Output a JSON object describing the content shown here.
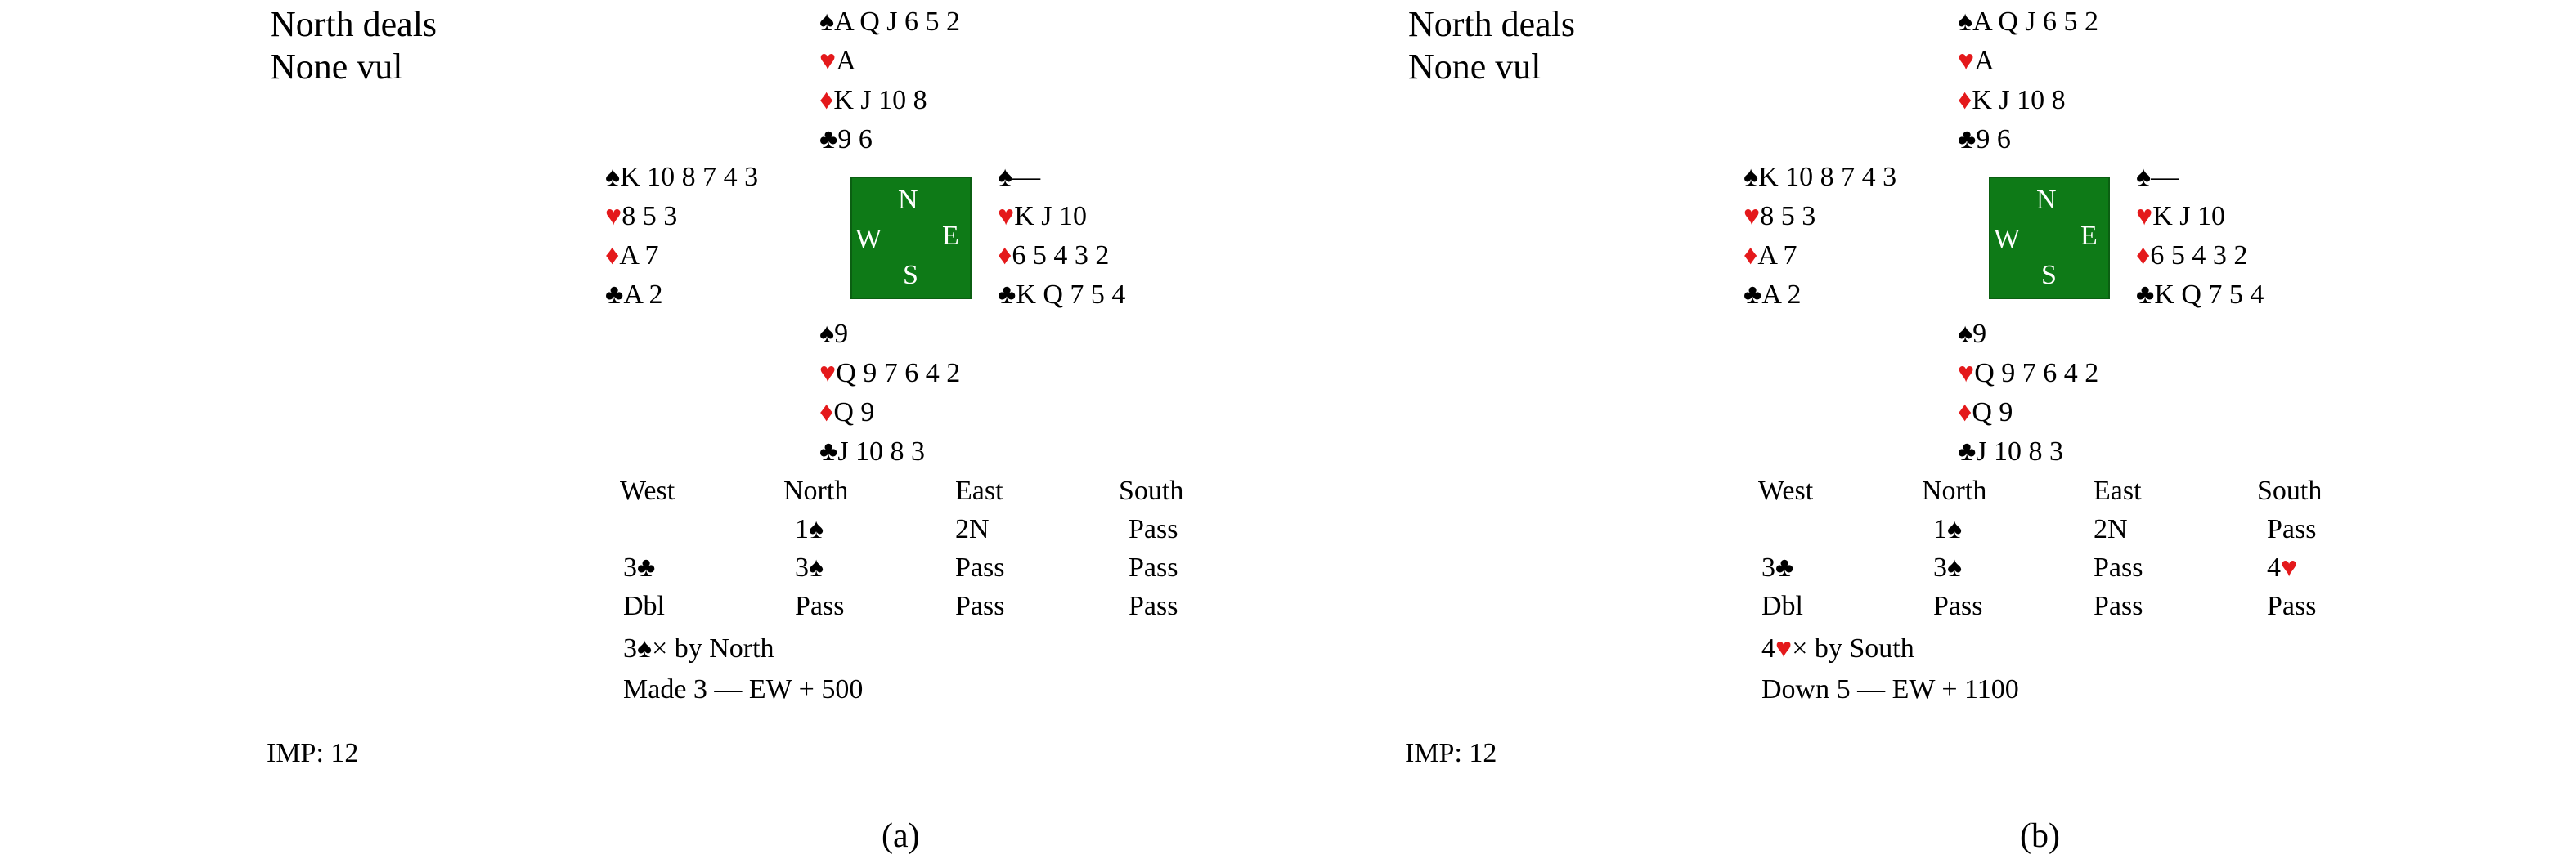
{
  "panels": [
    {
      "dealer": "North deals",
      "vul": "None vul",
      "north": {
        "S": "A Q J 6 5 2",
        "H": "A",
        "D": "K J 10 8",
        "C": "9 6"
      },
      "west": {
        "S": "K 10 8 7 4 3",
        "H": "8 5 3",
        "D": "A 7",
        "C": "A 2"
      },
      "east": {
        "S": "—",
        "H": "K J 10",
        "D": "6 5 4 3 2",
        "C": "K Q 7 5 4"
      },
      "south": {
        "S": "9",
        "H": "Q 9 7 6 4 2",
        "D": "Q 9",
        "C": "J 10 8 3"
      },
      "compass": {
        "n": "N",
        "e": "E",
        "s": "S",
        "w": "W"
      },
      "auction_headers": [
        "West",
        "North",
        "East",
        "South"
      ],
      "auction": [
        [
          "",
          {
            "level": "1",
            "suit": "S"
          },
          "2N",
          "Pass"
        ],
        [
          {
            "level": "3",
            "suit": "C"
          },
          {
            "level": "3",
            "suit": "S"
          },
          "Pass",
          "Pass"
        ],
        [
          "Dbl",
          "Pass",
          "Pass",
          "Pass"
        ]
      ],
      "contract": {
        "level": "3",
        "suit": "S",
        "rest": "× by North"
      },
      "result": "Made 3 — EW + 500",
      "imp": "IMP: 12",
      "caption": "(a)"
    },
    {
      "dealer": "North deals",
      "vul": "None vul",
      "north": {
        "S": "A Q J 6 5 2",
        "H": "A",
        "D": "K J 10 8",
        "C": "9 6"
      },
      "west": {
        "S": "K 10 8 7 4 3",
        "H": "8 5 3",
        "D": "A 7",
        "C": "A 2"
      },
      "east": {
        "S": "—",
        "H": "K J 10",
        "D": "6 5 4 3 2",
        "C": "K Q 7 5 4"
      },
      "south": {
        "S": "9",
        "H": "Q 9 7 6 4 2",
        "D": "Q 9",
        "C": "J 10 8 3"
      },
      "compass": {
        "n": "N",
        "e": "E",
        "s": "S",
        "w": "W"
      },
      "auction_headers": [
        "West",
        "North",
        "East",
        "South"
      ],
      "auction": [
        [
          "",
          {
            "level": "1",
            "suit": "S"
          },
          "2N",
          "Pass"
        ],
        [
          {
            "level": "3",
            "suit": "C"
          },
          {
            "level": "3",
            "suit": "S"
          },
          "Pass",
          {
            "level": "4",
            "suit": "H"
          }
        ],
        [
          "Dbl",
          "Pass",
          "Pass",
          "Pass"
        ]
      ],
      "contract": {
        "level": "4",
        "suit": "H",
        "rest": "× by South"
      },
      "result": "Down 5 — EW + 1100",
      "imp": "IMP: 12",
      "caption": "(b)"
    }
  ],
  "suit_symbols": {
    "S": "♠",
    "H": "♥",
    "D": "♦",
    "C": "♣"
  }
}
